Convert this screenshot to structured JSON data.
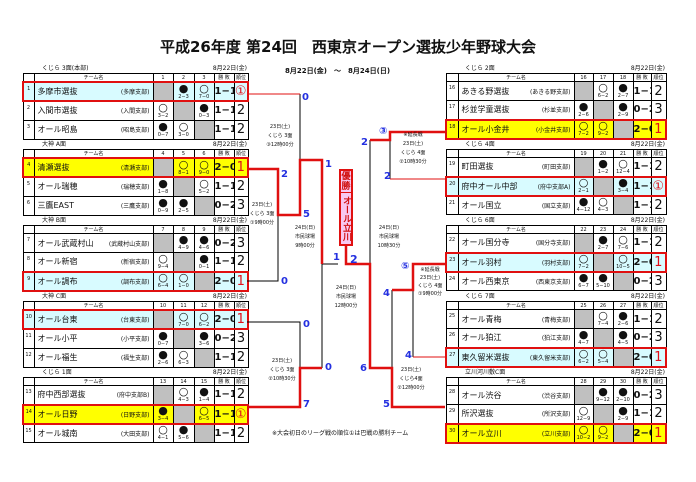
{
  "title": "平成26年度 第24回　西東京オープン選抜少年野球大会",
  "date_range": "8月22日(金)　～　8月24日(日)",
  "headers": {
    "team": "チーム名",
    "record": "勝 敗",
    "rank": "順位"
  },
  "groups": [
    {
      "label": "くじら 3面(本部)",
      "date": "8月22日(金)",
      "cols": [
        "1",
        "2",
        "3"
      ],
      "teams": [
        {
          "no": "1",
          "name": "多摩市選抜",
          "branch": "(多摩支部)",
          "res": [
            null,
            [
              "●",
              "2−3"
            ],
            [
              "○",
              "7−0"
            ]
          ],
          "record": "1−1",
          "rank": "①",
          "win": true,
          "hl": "cyan"
        },
        {
          "no": "2",
          "name": "入間市選抜",
          "branch": "(入間支部)",
          "res": [
            [
              "○",
              "3−2"
            ],
            null,
            [
              "●",
              "0−3"
            ]
          ],
          "record": "1−1",
          "rank": "2"
        },
        {
          "no": "3",
          "name": "オール昭島",
          "branch": "(昭島支部)",
          "res": [
            [
              "●",
              "0−7"
            ],
            [
              "○",
              "3−0"
            ],
            null
          ],
          "record": "1−1",
          "rank": "2"
        }
      ]
    },
    {
      "label": "大神 A面",
      "date": "8月22日(金)",
      "cols": [
        "4",
        "5",
        "6"
      ],
      "teams": [
        {
          "no": "4",
          "name": "清瀬選抜",
          "branch": "(清瀬支部)",
          "res": [
            null,
            [
              "○",
              "8−1"
            ],
            [
              "○",
              "9−0"
            ]
          ],
          "record": "2−0",
          "rank": "1",
          "win": true,
          "hl": "yellow"
        },
        {
          "no": "5",
          "name": "オール瑞穂",
          "branch": "(瑞穂支部)",
          "res": [
            [
              "●",
              "1−8"
            ],
            null,
            [
              "○",
              "5−2"
            ]
          ],
          "record": "1−1",
          "rank": "2"
        },
        {
          "no": "6",
          "name": "三鷹EAST",
          "branch": "(三鷹支部)",
          "res": [
            [
              "●",
              "0−9"
            ],
            [
              "●",
              "2−5"
            ],
            null
          ],
          "record": "0−2",
          "rank": "3"
        }
      ]
    },
    {
      "label": "大神 B面",
      "date": "8月22日(金)",
      "cols": [
        "7",
        "8",
        "9"
      ],
      "teams": [
        {
          "no": "7",
          "name": "オール武蔵村山",
          "branch": "(武蔵村山支部)",
          "res": [
            null,
            [
              "●",
              "4−9"
            ],
            [
              "●",
              "4−6"
            ]
          ],
          "record": "0−2",
          "rank": "3"
        },
        {
          "no": "8",
          "name": "オール新宿",
          "branch": "(新宿支部)",
          "res": [
            [
              "○",
              "9−4"
            ],
            null,
            [
              "●",
              "0−1"
            ]
          ],
          "record": "1−1",
          "rank": "2"
        },
        {
          "no": "9",
          "name": "オール調布",
          "branch": "(調布支部)",
          "res": [
            [
              "○",
              "6−4"
            ],
            [
              "○",
              "1−0"
            ],
            null
          ],
          "record": "2−0",
          "rank": "1",
          "win": true,
          "hl": "cyan"
        }
      ]
    },
    {
      "label": "大神 C面",
      "date": "8月22日(金)",
      "cols": [
        "10",
        "11",
        "12"
      ],
      "teams": [
        {
          "no": "10",
          "name": "オール台東",
          "branch": "(台東支部)",
          "res": [
            null,
            [
              "○",
              "7−0"
            ],
            [
              "○",
              "6−2"
            ]
          ],
          "record": "2−0",
          "rank": "1",
          "win": true,
          "hl": "cyan"
        },
        {
          "no": "11",
          "name": "オール小平",
          "branch": "(小平支部)",
          "res": [
            [
              "●",
              "0−7"
            ],
            null,
            [
              "●",
              "3−6"
            ]
          ],
          "record": "0−2",
          "rank": "3"
        },
        {
          "no": "12",
          "name": "オール福生",
          "branch": "(福生支部)",
          "res": [
            [
              "●",
              "2−6"
            ],
            [
              "○",
              "6−3"
            ],
            null
          ],
          "record": "1−1",
          "rank": "2"
        }
      ]
    },
    {
      "label": "くじら 1面",
      "date": "8月22日(金)",
      "cols": [
        "13",
        "14",
        "15"
      ],
      "teams": [
        {
          "no": "13",
          "name": "府中西部選抜",
          "branch": "(府中支部B)",
          "res": [
            null,
            [
              "○",
              "4−3"
            ],
            [
              "●",
              "1−4"
            ]
          ],
          "record": "1−1",
          "rank": "2"
        },
        {
          "no": "14",
          "name": "オール日野",
          "branch": "(日野支部)",
          "res": [
            [
              "●",
              "3−4"
            ],
            null,
            [
              "○",
              "6−5"
            ]
          ],
          "record": "1−1",
          "rank": "①",
          "win": true,
          "hl": "yellow"
        },
        {
          "no": "15",
          "name": "オール城南",
          "branch": "(大田支部)",
          "res": [
            [
              "○",
              "4−1"
            ],
            [
              "●",
              "5−6"
            ],
            null
          ],
          "record": "1−1",
          "rank": "2"
        }
      ]
    },
    {
      "label": "くじら 2面",
      "date": "8月22日(金)",
      "cols": [
        "16",
        "17",
        "18"
      ],
      "teams": [
        {
          "no": "16",
          "name": "あきる野選抜",
          "branch": "(あきる野支部)",
          "res": [
            null,
            [
              "○",
              "6−2"
            ],
            [
              "●",
              "2−7"
            ]
          ],
          "record": "1−1",
          "rank": "2"
        },
        {
          "no": "17",
          "name": "杉並学童選抜",
          "branch": "(杉並支部)",
          "res": [
            [
              "●",
              "2−6"
            ],
            null,
            [
              "●",
              "2−9"
            ]
          ],
          "record": "0−2",
          "rank": "3"
        },
        {
          "no": "18",
          "name": "オール小金井",
          "branch": "(小金井支部)",
          "res": [
            [
              "○",
              "7−2"
            ],
            [
              "○",
              "9−2"
            ],
            null
          ],
          "record": "2−0",
          "rank": "1",
          "win": true,
          "hl": "yellow"
        }
      ]
    },
    {
      "label": "くじら 4面",
      "date": "8月22日(金)",
      "cols": [
        "19",
        "20",
        "21"
      ],
      "teams": [
        {
          "no": "19",
          "name": "町田選抜",
          "branch": "(町田支部)",
          "res": [
            null,
            [
              "●",
              "1−2"
            ],
            [
              "○",
              "12−4"
            ]
          ],
          "record": "1−1",
          "rank": "2"
        },
        {
          "no": "20",
          "name": "府中オール中部",
          "branch": "(府中支部A)",
          "res": [
            [
              "○",
              "2−1"
            ],
            null,
            [
              "●",
              "3−4"
            ]
          ],
          "record": "1−1",
          "rank": "①",
          "win": true,
          "hl": "cyan"
        },
        {
          "no": "21",
          "name": "オール国立",
          "branch": "(国立支部)",
          "res": [
            [
              "●",
              "4−12"
            ],
            [
              "○",
              "4−3"
            ],
            null
          ],
          "record": "1−1",
          "rank": "2"
        }
      ]
    },
    {
      "label": "くじら 6面",
      "date": "8月22日(金)",
      "cols": [
        "22",
        "23",
        "24"
      ],
      "teams": [
        {
          "no": "22",
          "name": "オール国分寺",
          "branch": "(国分寺支部)",
          "res": [
            null,
            [
              "●",
              "2−7"
            ],
            [
              "○",
              "7−6"
            ]
          ],
          "record": "1−1",
          "rank": "2"
        },
        {
          "no": "23",
          "name": "オール羽村",
          "branch": "(羽村支部)",
          "res": [
            [
              "○",
              "7−2"
            ],
            null,
            [
              "○",
              "10−5"
            ]
          ],
          "record": "2−0",
          "rank": "1",
          "win": true,
          "hl": "cyan"
        },
        {
          "no": "24",
          "name": "オール西東京",
          "branch": "(西東京支部)",
          "res": [
            [
              "●",
              "6−7"
            ],
            [
              "●",
              "5−10"
            ],
            null
          ],
          "record": "0−2",
          "rank": "3"
        }
      ]
    },
    {
      "label": "くじら 7面",
      "date": "8月22日(金)",
      "cols": [
        "25",
        "26",
        "27"
      ],
      "teams": [
        {
          "no": "25",
          "name": "オール青梅",
          "branch": "(青梅支部)",
          "res": [
            null,
            [
              "○",
              "7−4"
            ],
            [
              "●",
              "2−6"
            ]
          ],
          "record": "1−1",
          "rank": "2"
        },
        {
          "no": "26",
          "name": "オール狛江",
          "branch": "(狛江支部)",
          "res": [
            [
              "●",
              "4−7"
            ],
            null,
            [
              "●",
              "4−5"
            ]
          ],
          "record": "0−2",
          "rank": "3"
        },
        {
          "no": "27",
          "name": "東久留米選抜",
          "branch": "(東久留米支部)",
          "res": [
            [
              "○",
              "6−2"
            ],
            [
              "○",
              "5−4"
            ],
            null
          ],
          "record": "2−0",
          "rank": "1",
          "win": true,
          "hl": "cyan"
        }
      ]
    },
    {
      "label": "立川河川敷C面",
      "date": "8月22日(金)",
      "cols": [
        "28",
        "29",
        "30"
      ],
      "teams": [
        {
          "no": "28",
          "name": "オール渋谷",
          "branch": "(渋谷支部)",
          "res": [
            null,
            [
              "●",
              "9−12"
            ],
            [
              "●",
              "2−10"
            ]
          ],
          "record": "0−2",
          "rank": "3"
        },
        {
          "no": "29",
          "name": "所沢選抜",
          "branch": "(所沢支部)",
          "res": [
            [
              "○",
              "12−9"
            ],
            null,
            [
              "●",
              "2−9"
            ]
          ],
          "record": "1−1",
          "rank": "2"
        },
        {
          "no": "30",
          "name": "オール立川",
          "branch": "(立川支部)",
          "res": [
            [
              "○",
              "10−2"
            ],
            [
              "○",
              "9−2"
            ],
            null
          ],
          "record": "2−0",
          "rank": "1",
          "win": true,
          "hl": "yellow"
        }
      ]
    }
  ],
  "bracket": {
    "scores": {
      "l_t1": "0",
      "l_t4": "2",
      "l_t9": "0",
      "l_sf_top": "5",
      "l_sf_w": "1",
      "l_t10": "0",
      "l_t14": "7",
      "l_sf2_w": "0",
      "final_left": "1",
      "final_right": "2",
      "r_t18": "③",
      "r_sf_top": "2",
      "r_t20": "2",
      "r_t23": "⑤",
      "r_mid": "4",
      "r_t27": "4",
      "r_sf2": "6",
      "r_t30": "5"
    },
    "info": {
      "l1": [
        "23日(土)",
        "くじら 3面",
        "③12時00分"
      ],
      "l2": [
        "23日(土)",
        "くじら 3面",
        "①9時00分"
      ],
      "l3": [
        "24日(日)",
        "市民球場",
        "9時00分"
      ],
      "l4": [
        "23日(土)",
        "くじら 3面",
        "②10時30分"
      ],
      "final": [
        "24日(日)",
        "市民球場",
        "12時00分"
      ],
      "r1": [
        "※延長戦",
        "23日(土)",
        "くじら 4面",
        "②10時30分"
      ],
      "r2": [
        "24日(日)",
        "市民球場",
        "10時30分"
      ],
      "r3": [
        "※延長戦",
        "23日(土)",
        "くじら 4面",
        "①9時00分"
      ],
      "r4": [
        "23日(土)",
        "くじら4面",
        "②12時00分"
      ]
    }
  },
  "champion": {
    "label": "優勝",
    "team": "オール立川"
  },
  "note": "※大会初日のリーグ戦の順位①は巴戦の勝利チーム"
}
